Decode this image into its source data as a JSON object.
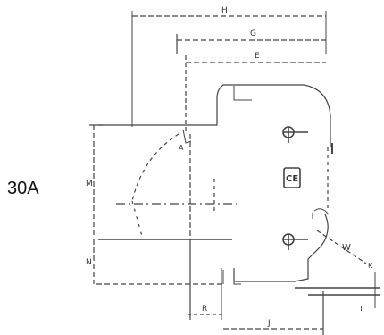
{
  "side_label": "30A",
  "dimensions": {
    "H": "H",
    "G": "G",
    "E": "E",
    "M": "M",
    "N": "N",
    "R": "R",
    "J": "J",
    "W": "W",
    "K": "K",
    "A": "A",
    "T": "T"
  },
  "ce_mark": "CE"
}
